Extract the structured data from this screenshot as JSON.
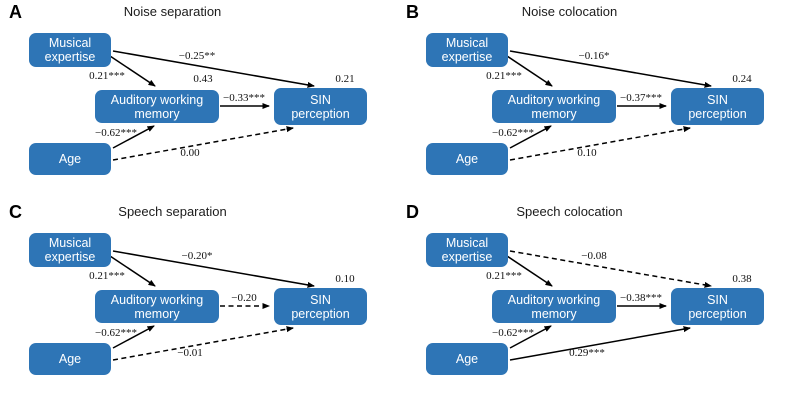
{
  "colors": {
    "node_fill": "#2e75b6",
    "node_text": "#ffffff",
    "arrow": "#000000",
    "background": "#ffffff"
  },
  "nodes": {
    "musical_expertise": {
      "line1": "Musical",
      "line2": "expertise"
    },
    "auditory_working_memory": {
      "line1": "Auditory working",
      "line2": "memory"
    },
    "sin_perception": {
      "line1": "SIN",
      "line2": "perception"
    },
    "age": {
      "line1": "Age"
    }
  },
  "panels": [
    {
      "label": "A",
      "title": "Noise separation",
      "paths": {
        "musical_to_sin": {
          "coef": "−0.25**",
          "style": "solid"
        },
        "musical_to_awm": {
          "coef": "0.21***",
          "style": "solid"
        },
        "awm_to_sin": {
          "coef": "−0.33***",
          "style": "solid"
        },
        "age_to_awm": {
          "coef": "−0.62***",
          "style": "solid"
        },
        "age_to_sin": {
          "coef": "0.00",
          "style": "dashed"
        }
      },
      "variance_awm": "0.43",
      "variance_sin": "0.21"
    },
    {
      "label": "B",
      "title": "Noise colocation",
      "paths": {
        "musical_to_sin": {
          "coef": "−0.16*",
          "style": "solid"
        },
        "musical_to_awm": {
          "coef": "0.21***",
          "style": "solid"
        },
        "awm_to_sin": {
          "coef": "−0.37***",
          "style": "solid"
        },
        "age_to_awm": {
          "coef": "−0.62***",
          "style": "solid"
        },
        "age_to_sin": {
          "coef": "0.10",
          "style": "dashed"
        }
      },
      "variance_awm": "",
      "variance_sin": "0.24"
    },
    {
      "label": "C",
      "title": "Speech separation",
      "paths": {
        "musical_to_sin": {
          "coef": "−0.20*",
          "style": "solid"
        },
        "musical_to_awm": {
          "coef": "0.21***",
          "style": "solid"
        },
        "awm_to_sin": {
          "coef": "−0.20",
          "style": "dashed"
        },
        "age_to_awm": {
          "coef": "−0.62***",
          "style": "solid"
        },
        "age_to_sin": {
          "coef": "−0.01",
          "style": "dashed"
        }
      },
      "variance_awm": "",
      "variance_sin": "0.10"
    },
    {
      "label": "D",
      "title": "Speech colocation",
      "paths": {
        "musical_to_sin": {
          "coef": "−0.08",
          "style": "dashed"
        },
        "musical_to_awm": {
          "coef": "0.21***",
          "style": "solid"
        },
        "awm_to_sin": {
          "coef": "−0.38***",
          "style": "solid"
        },
        "age_to_awm": {
          "coef": "−0.62***",
          "style": "solid"
        },
        "age_to_sin": {
          "coef": "0.29***",
          "style": "solid"
        }
      },
      "variance_awm": "",
      "variance_sin": "0.38"
    }
  ]
}
